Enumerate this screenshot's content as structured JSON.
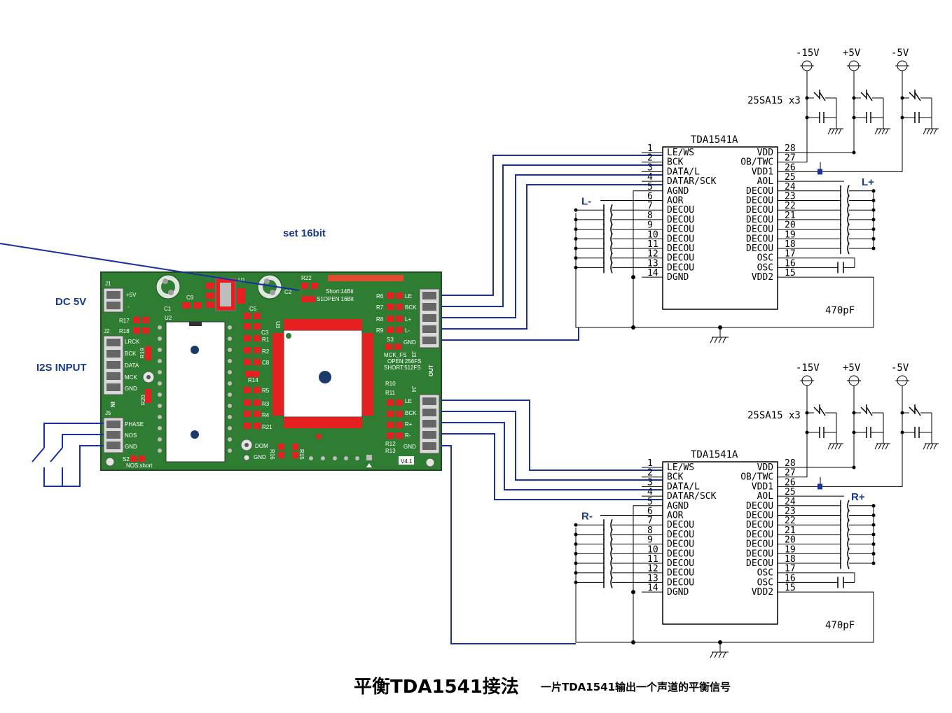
{
  "captions": {
    "main": "平衡TDA1541接法",
    "sub": "一片TDA1541输出一个声道的平衡信号"
  },
  "board": {
    "set_label": "set 16bit",
    "dc_label": "DC 5V",
    "i2s_label": "I2S INPUT",
    "version": "V4.1",
    "short_note_1": "Short:14Bit",
    "short_note_2": "S1OPEN 16Bit",
    "mck_note_1": "MCK_FS",
    "mck_note_2": "OPEN:256FS",
    "mck_note_3": "SHORT:512FS",
    "out_label": "OUT",
    "in_label": "IN",
    "nos_short": "NOS:short",
    "dom": "DOM",
    "gnd": "GND",
    "power_pins": [
      "+5V",
      "-"
    ],
    "input_pins": [
      "LRCK",
      "BCK",
      "DATA",
      "MCK",
      "GND"
    ],
    "phase_pins": [
      "PHASE",
      "NOS",
      "GND"
    ],
    "out_upper_pins": [
      "LE",
      "BCK",
      "L+",
      "L-",
      "GND"
    ],
    "out_lower_pins": [
      "LE",
      "BCK",
      "R+",
      "R-",
      "GND"
    ],
    "parts": [
      "C1",
      "C2",
      "C9",
      "U1",
      "U2",
      "U3",
      "R22",
      "S1",
      "R6",
      "R7",
      "R8",
      "R9",
      "S3",
      "R10",
      "R11",
      "R12",
      "R13",
      "R17",
      "R18",
      "R19",
      "R20",
      "S2",
      "C5",
      "C3",
      "R1",
      "R2",
      "C8",
      "R14",
      "R5",
      "R3",
      "R4",
      "R21",
      "R16",
      "R15",
      "J1",
      "J2",
      "J3",
      "J4",
      "J5"
    ]
  },
  "chips": [
    {
      "name": "TDA1541A",
      "out_pos": "L+",
      "out_neg": "L-",
      "cap_label": "470pF",
      "reg_label": "25SA15 x3",
      "rails": [
        "-15V",
        "+5V",
        "-5V"
      ]
    },
    {
      "name": "TDA1541A",
      "out_pos": "R+",
      "out_neg": "R-",
      "cap_label": "470pF",
      "reg_label": "25SA15 x3",
      "rails": [
        "-15V",
        "+5V",
        "-5V"
      ]
    }
  ],
  "pins_left": [
    {
      "num": "1",
      "name": "LE/WS"
    },
    {
      "num": "2",
      "name": "BCK"
    },
    {
      "num": "3",
      "name": "DATA/L"
    },
    {
      "num": "4",
      "name": "DATAR/SCK"
    },
    {
      "num": "5",
      "name": "AGND"
    },
    {
      "num": "6",
      "name": "AOR"
    },
    {
      "num": "7",
      "name": "DECOU"
    },
    {
      "num": "8",
      "name": "DECOU"
    },
    {
      "num": "9",
      "name": "DECOU"
    },
    {
      "num": "10",
      "name": "DECOU"
    },
    {
      "num": "11",
      "name": "DECOU"
    },
    {
      "num": "12",
      "name": "DECOU"
    },
    {
      "num": "13",
      "name": "DECOU"
    },
    {
      "num": "14",
      "name": "DGND"
    }
  ],
  "pins_right": [
    {
      "num": "28",
      "name": "VDD"
    },
    {
      "num": "27",
      "name": "OB/TWC"
    },
    {
      "num": "26",
      "name": "VDD1"
    },
    {
      "num": "25",
      "name": "AOL"
    },
    {
      "num": "24",
      "name": "DECOU"
    },
    {
      "num": "23",
      "name": "DECOU"
    },
    {
      "num": "22",
      "name": "DECOU"
    },
    {
      "num": "21",
      "name": "DECOU"
    },
    {
      "num": "20",
      "name": "DECOU"
    },
    {
      "num": "19",
      "name": "DECOU"
    },
    {
      "num": "18",
      "name": "DECOU"
    },
    {
      "num": "17",
      "name": "OSC"
    },
    {
      "num": "16",
      "name": "OSC"
    },
    {
      "num": "15",
      "name": "VDD2"
    }
  ],
  "colors": {
    "pcb_green": "#2e7d32",
    "pad_red": "#e62020",
    "wire_blue": "#1a2fa0",
    "label_blue": "#1a3a8c"
  }
}
